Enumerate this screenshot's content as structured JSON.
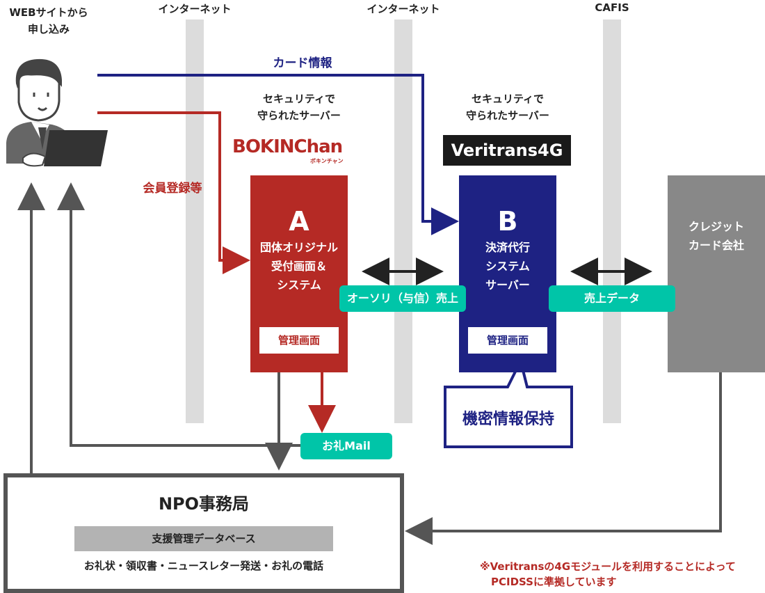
{
  "top_labels": {
    "website": [
      "WEBサイトから",
      "申し込み"
    ],
    "internet1": "インターネット",
    "internet2": "インターネット",
    "cafis": "CAFIS"
  },
  "flows": {
    "card_info": "カード情報",
    "member_reg": "会員登録等",
    "authorization": "オーソリ（与信）売上",
    "sales_data": "売上データ",
    "thanks_mail": "お礼Mail"
  },
  "server_a": {
    "caption": [
      "セキュリティで",
      "守られたサーバー"
    ],
    "logo": "BOKINChan",
    "logo_sub": "ボキンチャン",
    "letter": "A",
    "lines": [
      "団体オリジナル",
      "受付画面＆",
      "システム"
    ],
    "admin": "管理画面"
  },
  "server_b": {
    "caption": [
      "セキュリティで",
      "守られたサーバー"
    ],
    "logo": "Veritrans4G",
    "letter": "B",
    "lines": [
      "決済代行",
      "システム",
      "サーバー"
    ],
    "admin": "管理画面",
    "callout": "機密情報保持"
  },
  "credit": {
    "lines": [
      "クレジット",
      "カード会社"
    ]
  },
  "npo": {
    "title": "NPO事務局",
    "db": "支援管理データベース",
    "services": "お礼状・領収書・ニュースレター発送・お礼の電話"
  },
  "note": [
    "※Veritransの4Gモジュールを利用することによって",
    "PCIDSSに準拠しています"
  ],
  "colors": {
    "red": "#b52a25",
    "navy": "#1e2283",
    "teal": "#00c5a8",
    "gray": "#888888",
    "dark": "#555555"
  }
}
